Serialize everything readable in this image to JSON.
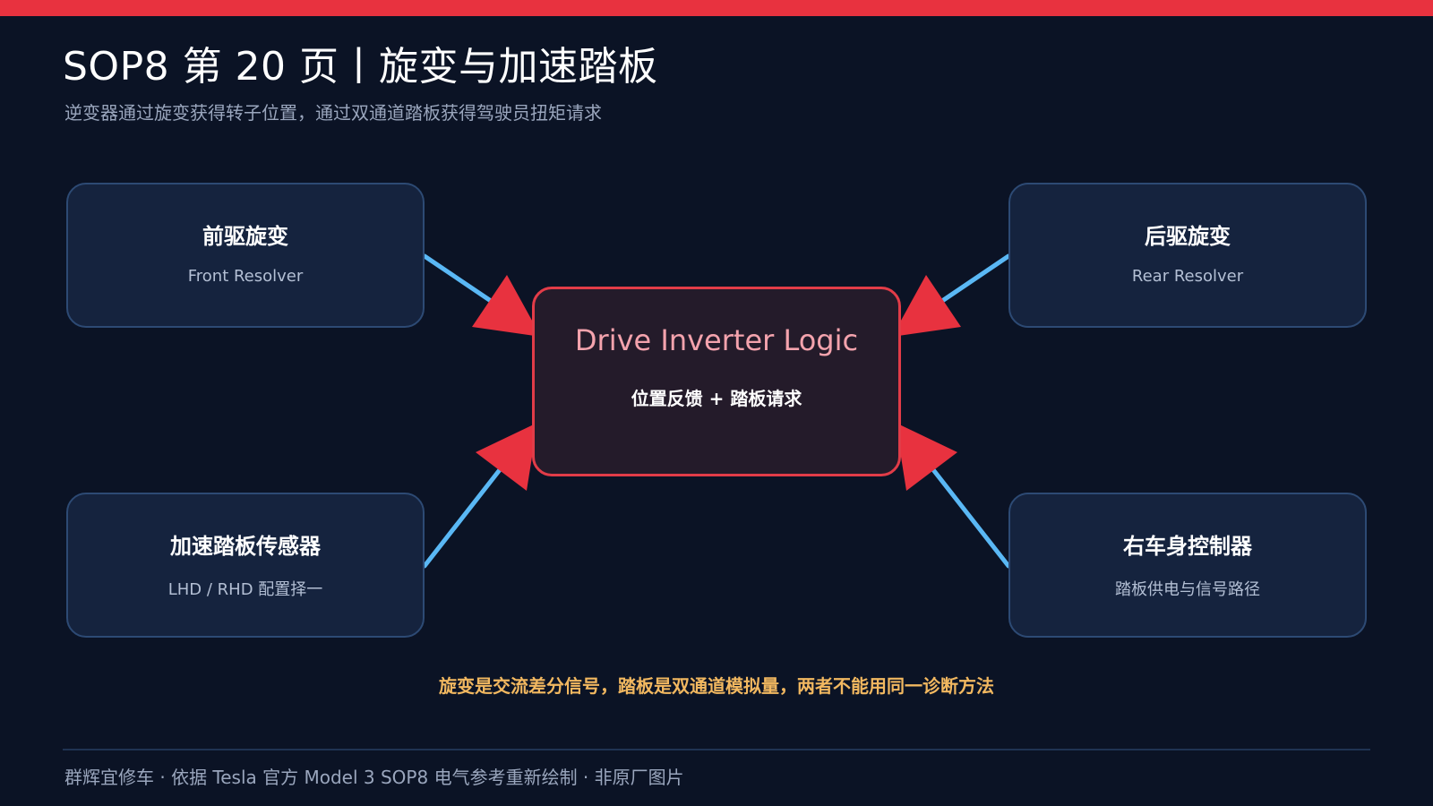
{
  "title": "SOP8 第 20 页丨旋变与加速踏板",
  "subtitle": "逆变器通过旋变获得转子位置，通过双通道踏板获得驾驶员扭矩请求",
  "diagram": {
    "center": {
      "title": "Drive Inverter Logic",
      "subtitle": "位置反馈 + 踏板请求"
    },
    "nodes": {
      "front_resolver": {
        "title": "前驱旋变",
        "subtitle": "Front Resolver"
      },
      "rear_resolver": {
        "title": "后驱旋变",
        "subtitle": "Rear Resolver"
      },
      "pedal_sensor": {
        "title": "加速踏板传感器",
        "subtitle": "LHD / RHD 配置择一"
      },
      "body_controller": {
        "title": "右车身控制器",
        "subtitle": "踏板供电与信号路径"
      }
    }
  },
  "note": "旋变是交流差分信号，踏板是双通道模拟量，两者不能用同一诊断方法",
  "footer": "群辉宜修车 · 依据 Tesla 官方 Model 3 SOP8 电气参考重新绘制 · 非原厂图片",
  "colors": {
    "background": "#0b1325",
    "accent_red": "#e8323f",
    "connector_blue": "#5ab8f5",
    "note_amber": "#f2b860",
    "node_fill": "#15233e",
    "node_border": "#2d4a74"
  }
}
